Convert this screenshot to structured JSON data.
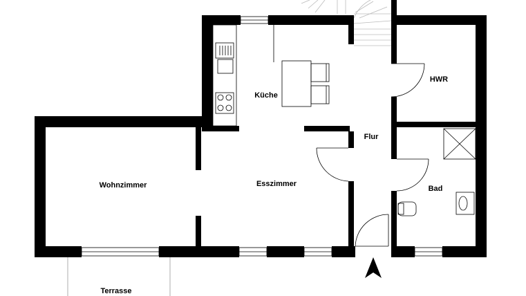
{
  "rooms": {
    "kueche": "Küche",
    "hwr": "HWR",
    "flur": "Flur",
    "wohnzimmer": "Wohnzimmer",
    "esszimmer": "Esszimmer",
    "bad": "Bad",
    "terrasse": "Terrasse"
  },
  "north_arrow": "north-arrow-icon"
}
